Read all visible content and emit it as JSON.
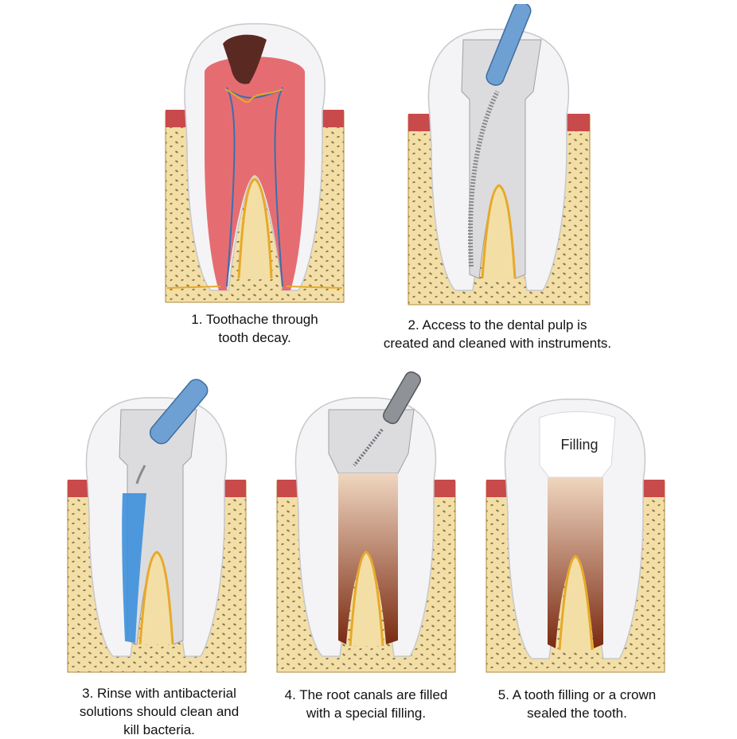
{
  "steps": [
    {
      "number": "1.",
      "lines": [
        "1. Toothache through",
        "tooth decay."
      ]
    },
    {
      "number": "2.",
      "lines": [
        "2. Access to the dental pulp is",
        "created and cleaned with instruments."
      ]
    },
    {
      "number": "3.",
      "lines": [
        "3. Rinse with antibacterial",
        "solutions should clean and",
        "kill bacteria."
      ]
    },
    {
      "number": "4.",
      "lines": [
        "4. The root canals are filled",
        "with a special filling."
      ]
    },
    {
      "number": "5.",
      "lines": [
        "5. A tooth filling or a crown",
        "sealed the tooth."
      ]
    }
  ],
  "labels": {
    "filling": "Filling"
  },
  "colors": {
    "bone": "#f3dfa6",
    "bone_dot": "#8a7a55",
    "gum": "#c94a4a",
    "enamel": "#f4f4f6",
    "dentin": "#f6e6e6",
    "pulp_inflamed": "#e2555a",
    "decay": "#5a2a22",
    "nerve_gold": "#e7a92b",
    "instrument_blue": "#6fa0d4",
    "rinse_blue": "#3d8fdd",
    "canal_filling": "#7a2a12"
  }
}
